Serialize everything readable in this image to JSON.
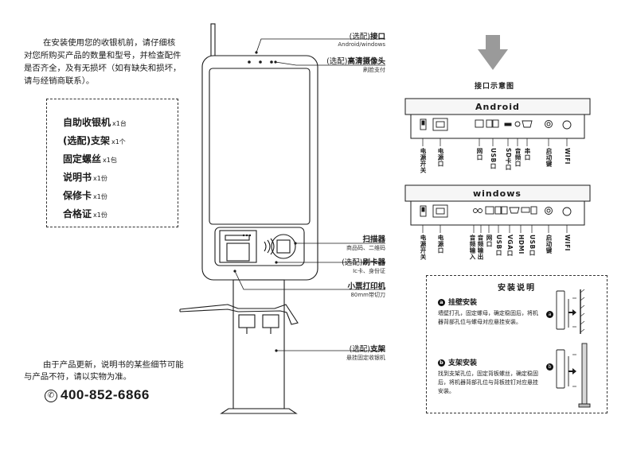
{
  "intro_text": "在安装使用您的收银机前，请仔细核对您所购买产品的数量和型号，并检查配件是否齐全，及有无损坏（如有缺失和损坏，请与经销商联系）。",
  "checklist": [
    {
      "name": "自助收银机",
      "qty": "x1台"
    },
    {
      "name": "(选配)支架",
      "qty": "x1个"
    },
    {
      "name": "固定螺丝",
      "qty": "x1包"
    },
    {
      "name": "说明书",
      "qty": "x1份"
    },
    {
      "name": "保修卡",
      "qty": "x1份"
    },
    {
      "name": "合格证",
      "qty": "x1份"
    }
  ],
  "update_text": "由于产品更新，说明书的某些细节可能与产品不符，请以实物为准。",
  "phone_icon": "phone-icon",
  "phone": "400-852-6866",
  "callouts": {
    "interface": {
      "prefix": "(选配)",
      "label": "接口",
      "sub": "Android/windows"
    },
    "camera": {
      "prefix": "(选配)",
      "label": "高清摄像头",
      "sub": "刷脸支付"
    },
    "scanner": {
      "prefix": "",
      "label": "扫描器",
      "sub": "商品码、二维码"
    },
    "card_reader": {
      "prefix": "(选配)",
      "label": "刷卡器",
      "sub": "Ic卡、身份证"
    },
    "printer": {
      "prefix": "",
      "label": "小票打印机",
      "sub": "80mm带切刀"
    },
    "stand": {
      "prefix": "(选配)",
      "label": "支架",
      "sub": "悬挂固定收银机"
    }
  },
  "interface_title": "接口示意图",
  "android": {
    "title": "Android",
    "ports": [
      "电源开关",
      "电源口",
      "网口",
      "USB口",
      "SD卡口",
      "音频口",
      "串口",
      "启动键",
      "WIFI"
    ]
  },
  "windows": {
    "title": "windows",
    "ports": [
      "电源开关",
      "电源口",
      "音频输入",
      "音频输出",
      "网口",
      "USB口",
      "VGA口",
      "HDMI",
      "USB口",
      "启动键",
      "WIFI"
    ]
  },
  "install": {
    "title": "安装说明",
    "steps": [
      {
        "marker": "a",
        "title": "挂壁安装",
        "text": "墙壁打孔，固定螺母，确定稳固后，将机器背部孔位与螺母对应悬挂安装。"
      },
      {
        "marker": "b",
        "title": "支架安装",
        "text": "找到支架孔位，固定背板螺丝，确定稳固后，将机器背部孔位与背板挂钉对应悬挂安装。"
      }
    ]
  },
  "colors": {
    "ink": "#1a1a1a",
    "arrow": "#9a9a9a",
    "panel_fill": "#f6f6f6"
  }
}
